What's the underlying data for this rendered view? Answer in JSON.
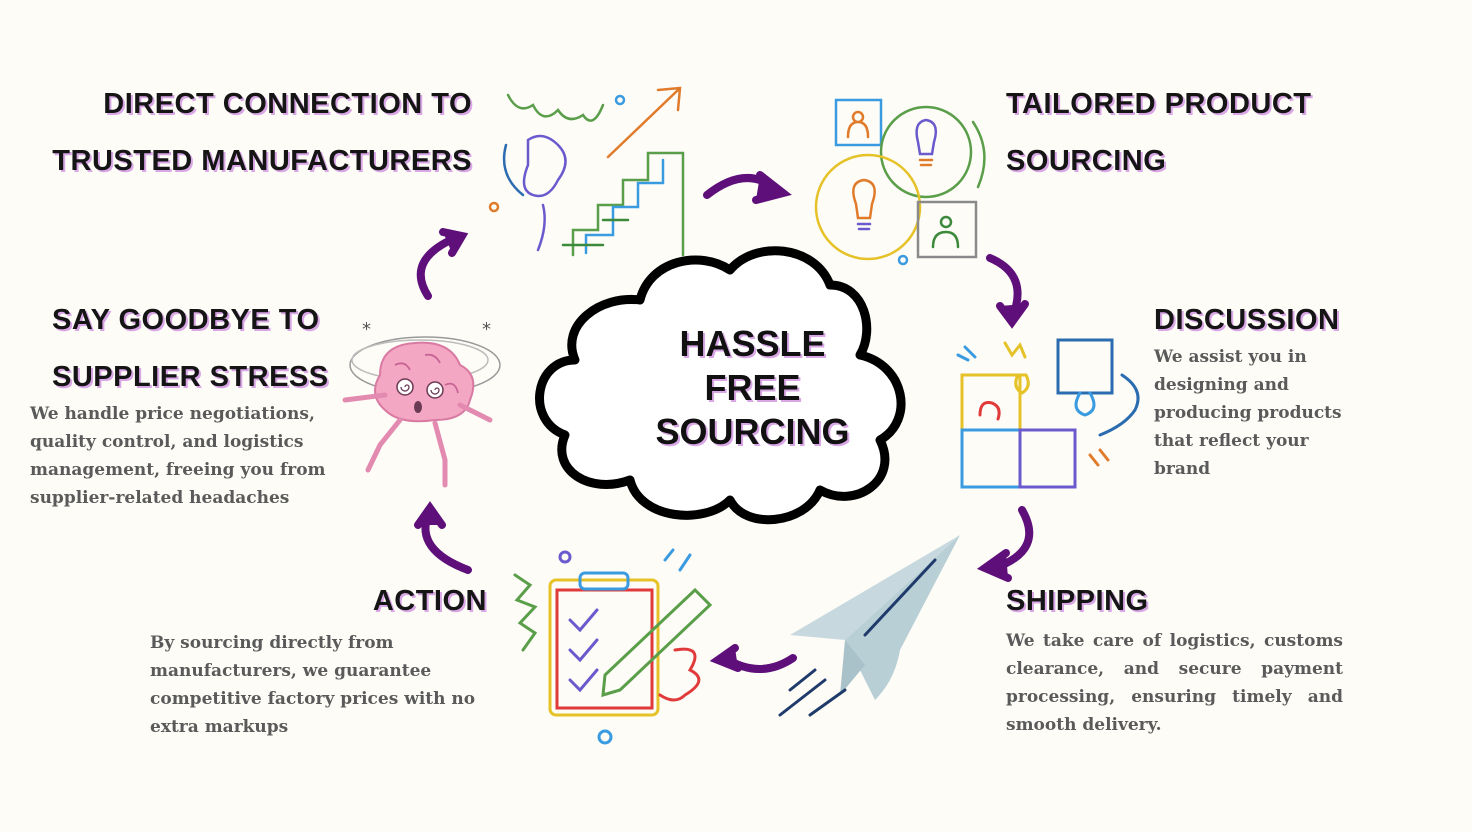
{
  "center": {
    "lines": [
      "HASSLE",
      "FREE",
      "SOURCING"
    ]
  },
  "steps": {
    "direct_connection": {
      "title_lines": [
        "DIRECT CONNECTION TO",
        "TRUSTED MANUFACTURERS"
      ]
    },
    "tailored_sourcing": {
      "title_lines": [
        "TAILORED PRODUCT",
        "SOURCING"
      ]
    },
    "discussion": {
      "title": "DISCUSSION",
      "body": "We assist you in designing and producing products that reflect your brand"
    },
    "shipping": {
      "title": "SHIPPING",
      "body": "We take care of logistics, customs clearance, and secure payment processing, ensuring timely and smooth delivery."
    },
    "action": {
      "title": "ACTION",
      "body": "By sourcing directly from manufacturers, we guarantee competitive factory prices with no extra markups"
    },
    "supplier_stress": {
      "title_lines": [
        "SAY GOODBYE TO",
        "SUPPLIER STRESS"
      ],
      "body": "We handle price negotiations, quality control, and logistics management, freeing you from supplier-related headaches"
    }
  },
  "colors": {
    "arrow": "#5e0f7a",
    "heading_shadow": "#d9a7e6",
    "heading_text": "#151515",
    "body_text": "#5a5a5a",
    "background": "#fdfcf7"
  },
  "icons": [
    "growth-stairs-icon",
    "lightbulb-ideas-icon",
    "puzzle-icon",
    "paper-plane-icon",
    "checklist-icon",
    "dizzy-brain-icon",
    "cloud-icon"
  ]
}
